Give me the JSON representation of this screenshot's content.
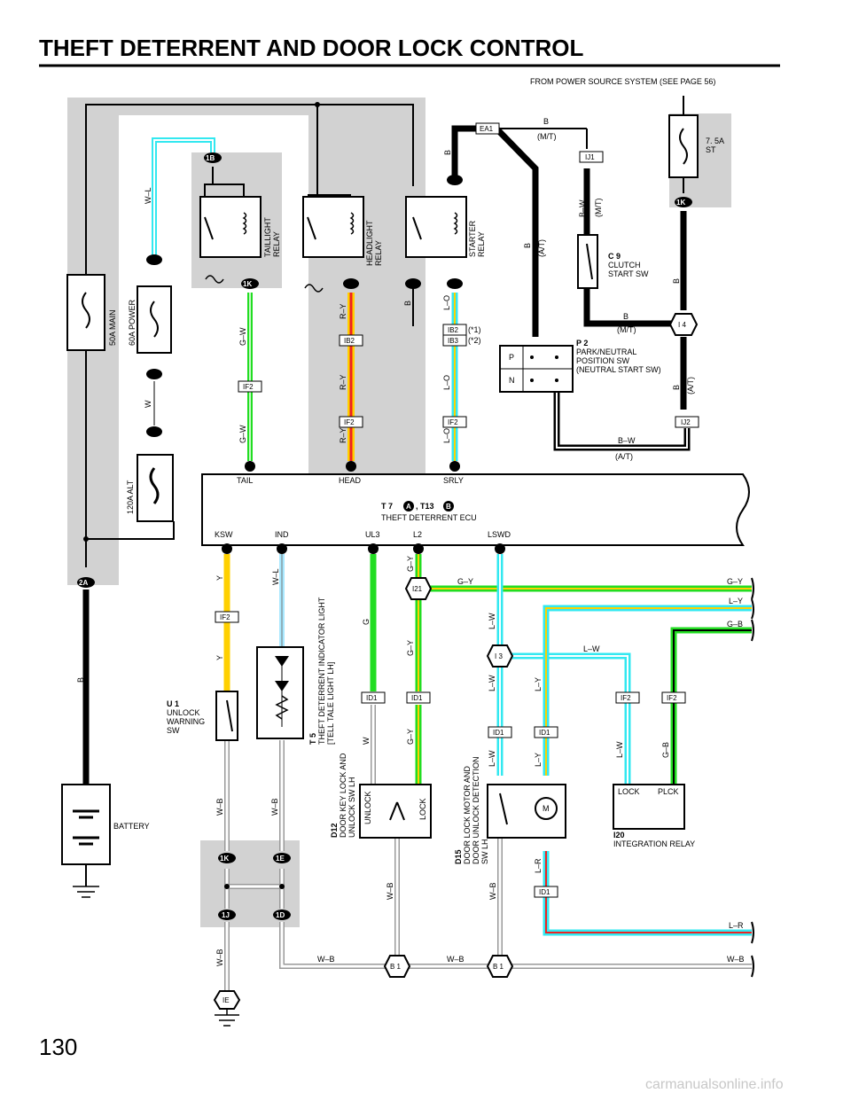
{
  "page": {
    "title": "THEFT DETERRENT AND DOOR LOCK CONTROL",
    "page_number": "130",
    "watermark": "carmanualsonline.info",
    "source_note": "FROM POWER SOURCE SYSTEM (SEE PAGE 56)"
  },
  "components": {
    "fuse_50a": "50A MAIN",
    "fuse_60a": "60A POWER",
    "fuse_120a": "120A ALT",
    "fuse_st_value": "7. 5A",
    "fuse_st_name": "ST",
    "taillight_relay": [
      "TAILLIGHT",
      "RELAY"
    ],
    "headlight_relay": [
      "HEADLIGHT",
      "RELAY"
    ],
    "starter_relay": [
      "STARTER",
      "RELAY"
    ],
    "clutch_code": "C 9",
    "clutch_name": [
      "CLUTCH",
      "START SW"
    ],
    "pn_code": "P 2",
    "pn_name": [
      "PARK/NEUTRAL",
      "POSITION SW",
      "(NEUTRAL START SW)"
    ],
    "pn_p": "P",
    "pn_n": "N",
    "ecu_code": "T 7",
    "ecu_code_b": ", T13",
    "ecu_a": "A",
    "ecu_b": "B",
    "ecu_name": "THEFT DETERRENT ECU",
    "ecu_top_pins": [
      "TAIL",
      "HEAD",
      "SRLY"
    ],
    "ecu_bottom_pins": [
      "KSW",
      "IND",
      "UL3",
      "L2",
      "LSWD"
    ],
    "u1_code": "U 1",
    "u1_name": [
      "UNLOCK",
      "WARNING",
      "SW"
    ],
    "t5_code": "T 5",
    "t5_name": [
      "THEFT DETERRENT INDICATOR LIGHT",
      "[TELL TALE LIGHT LH]"
    ],
    "d12_code": "D12",
    "d12_name": [
      "DOOR KEY LOCK AND",
      "UNLOCK SW LH"
    ],
    "d12_unlock": "UNLOCK",
    "d12_lock": "LOCK",
    "d15_code": "D15",
    "d15_name": [
      "DOOR LOCK MOTOR AND",
      "DOOR UNLOCK DETECTION",
      "SW LH"
    ],
    "motor": "M",
    "i20_code": "I20",
    "i20_name": "INTEGRATION RELAY",
    "i20_lock": "LOCK",
    "i20_plck": "PLCK",
    "battery": "BATTERY",
    "ground_ie": "IE",
    "b1": "B 1",
    "i3": "I 3",
    "i4": "I 4",
    "i21": "I21"
  },
  "wire_colors": {
    "W-L": "W–L",
    "W": "W",
    "B": "B",
    "G-W": "G–W",
    "R-Y": "R–Y",
    "L-O": "L–O",
    "B-W": "B–W",
    "Y": "Y",
    "G": "G",
    "G-Y": "G–Y",
    "L-W": "L–W",
    "L-Y": "L–Y",
    "G-B": "G–B",
    "W-B": "W–B",
    "L-R": "L–R",
    "MT": "(M/T)",
    "AT": "(A/T)",
    "s1": "(*1)",
    "s2": "(*2)"
  },
  "connectors": {
    "ea1": "EA1",
    "ij1": "IJ1",
    "ij2": "IJ2",
    "1k": "1K",
    "1b": "1B",
    "2a": "2A",
    "ib2": "IB2",
    "ib3": "IB3",
    "if2": "IF2",
    "id1": "ID1",
    "1e": "1E",
    "1j": "1J",
    "1d": "1D"
  },
  "colors": {
    "black": "#000000",
    "green": "#22dd22",
    "cyan": "#33e8f0",
    "red": "#ee2222",
    "yellow": "#ffd000",
    "gray_bg": "#cccccc",
    "white_wire_edge": "#999999",
    "lightblue": "#a8e8ff"
  },
  "icons": [
    "fuse-icon",
    "relay-icon",
    "switch-icon",
    "motor-icon",
    "led-icon",
    "battery-icon",
    "ground-icon"
  ]
}
